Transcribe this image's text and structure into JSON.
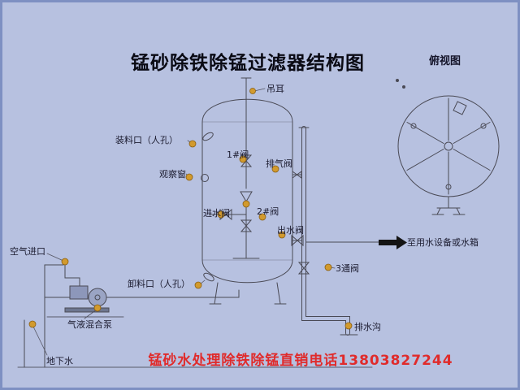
{
  "meta": {
    "bg_color": "#b7c1e0",
    "border_color": "#7e90c2",
    "line_color": "#4a4a55",
    "callout_dot_color": "#d29a2d",
    "callout_dot_edge": "#8a5f12",
    "hotline_color": "#e02b2b",
    "arrow_color": "#141414"
  },
  "title": "锰砂除铁除锰过滤器结构图",
  "hotline": "锰砂水处理除铁除锰直销电话13803827244",
  "top_view": {
    "label": "俯视图"
  },
  "parts": {
    "lifting_lug": "吊耳",
    "charge_port": "装料口（人孔）",
    "observation_window": "观察窗",
    "valve_1": "1#阀",
    "exhaust_valve": "排气阀",
    "inlet_valve": "进水阀",
    "valve_2": "2#阀",
    "outlet_valve": "出水阀",
    "air_inlet": "空气进口",
    "discharge_port": "卸料口（人孔）",
    "three_way_valve": "3通阀",
    "pump": "气液混合泵",
    "groundwater": "地下水",
    "drain_ditch": "排水沟",
    "to_water_equipment": "至用水设备或水箱"
  }
}
